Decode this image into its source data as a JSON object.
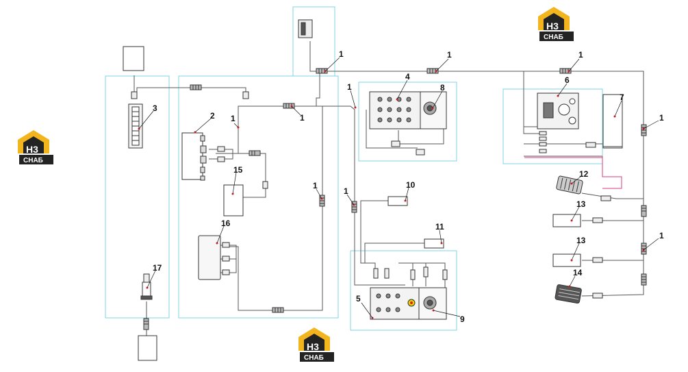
{
  "logo": {
    "big": "H3",
    "small": "СНАБ",
    "color_gold": "#f2b51e",
    "color_dark": "#232323"
  },
  "callouts": {
    "c1": "1",
    "c2": "2",
    "c3": "3",
    "c4": "4",
    "c5": "5",
    "c6": "6",
    "c7": "7",
    "c8": "8",
    "c9": "9",
    "c10": "10",
    "c11": "11",
    "c12": "12",
    "c13": "13",
    "c14": "14",
    "c15": "15",
    "c16": "16",
    "c17": "17"
  },
  "colors": {
    "frame": "#7fd6e6",
    "wire": "#555555",
    "accent": "#d83a7a",
    "leader": "#e02020",
    "highlight": "#e8d400"
  }
}
